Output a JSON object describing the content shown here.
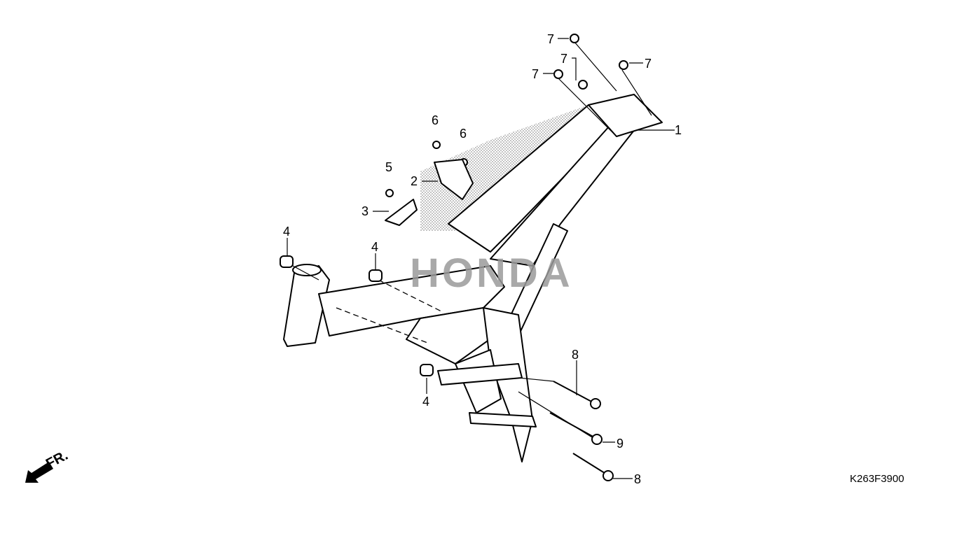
{
  "diagram": {
    "watermark": "HONDA",
    "front_indicator": "FR.",
    "part_code": "K263F3900",
    "callouts": [
      {
        "label": "1"
      },
      {
        "label": "2"
      },
      {
        "label": "3"
      },
      {
        "label": "4"
      },
      {
        "label": "4"
      },
      {
        "label": "4"
      },
      {
        "label": "5"
      },
      {
        "label": "6"
      },
      {
        "label": "6"
      },
      {
        "label": "7"
      },
      {
        "label": "7"
      },
      {
        "label": "7"
      },
      {
        "label": "7"
      },
      {
        "label": "8"
      },
      {
        "label": "8"
      },
      {
        "label": "9"
      }
    ]
  }
}
